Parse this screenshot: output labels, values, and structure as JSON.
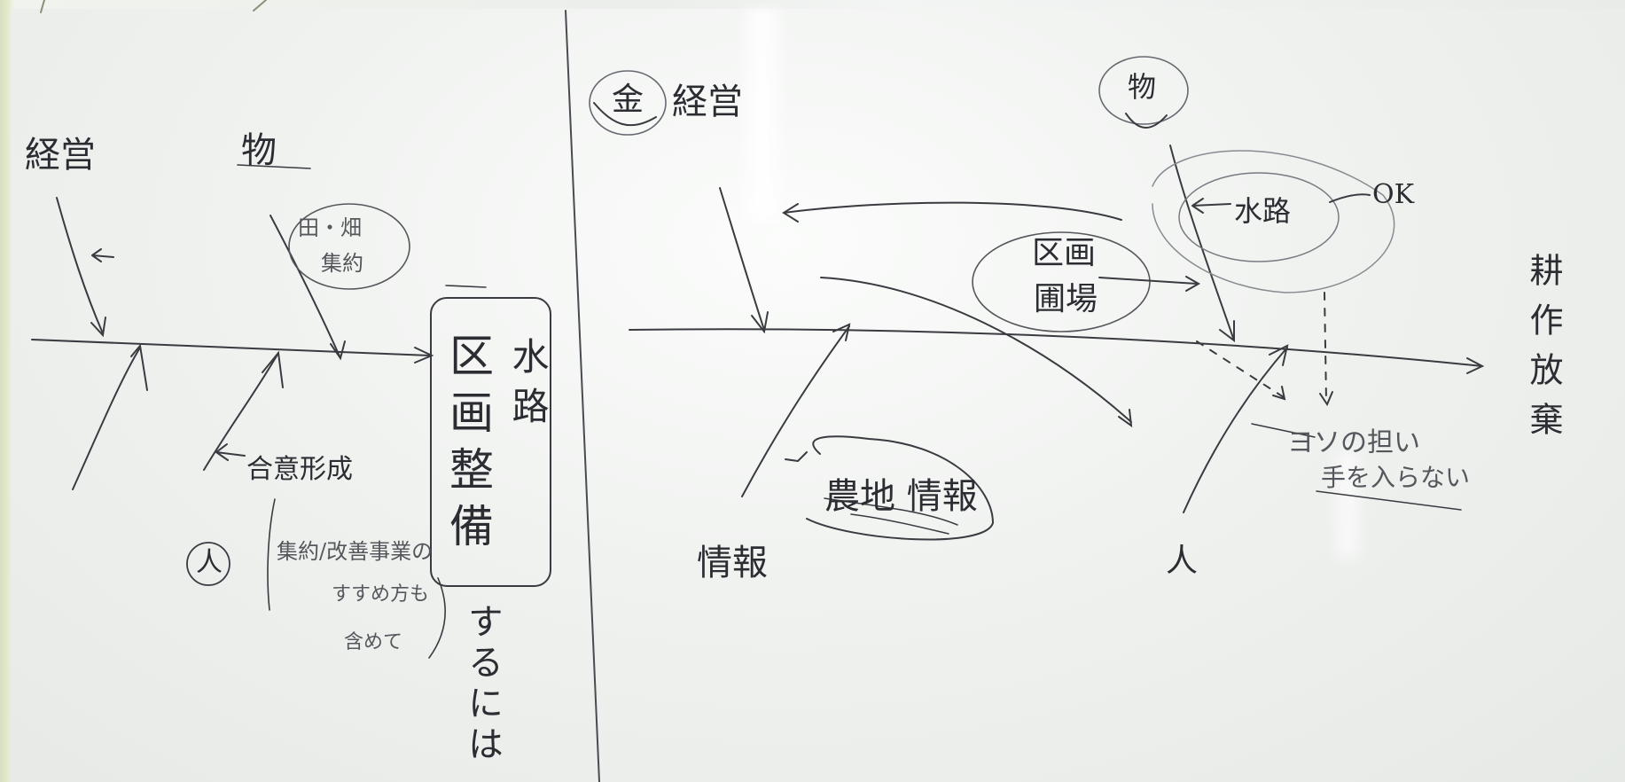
{
  "left": {
    "label_keiei": "経営",
    "label_mono": "物",
    "label_tahata": "田・畑",
    "label_shuyaku": "集約",
    "label_goi": "合意形成",
    "label_hito": "人",
    "note_line1": "集約/改善事業の",
    "note_line2": "すすめ方も",
    "note_line3": "含めて",
    "goal_col1": "区画整備",
    "goal_col2": "水路",
    "suru": "するには"
  },
  "right": {
    "label_kin": "金",
    "label_keiei": "経営",
    "label_mono": "物",
    "label_suiro": "水路",
    "label_ok": "OK",
    "label_kukaku": "区画",
    "label_hojo": "圃場",
    "label_nochi": "農地 情報",
    "label_joho": "情報",
    "label_hito": "人",
    "note_line1": "ヨソの担い",
    "note_line2": "手を入らない",
    "goal": "耕作放棄"
  }
}
